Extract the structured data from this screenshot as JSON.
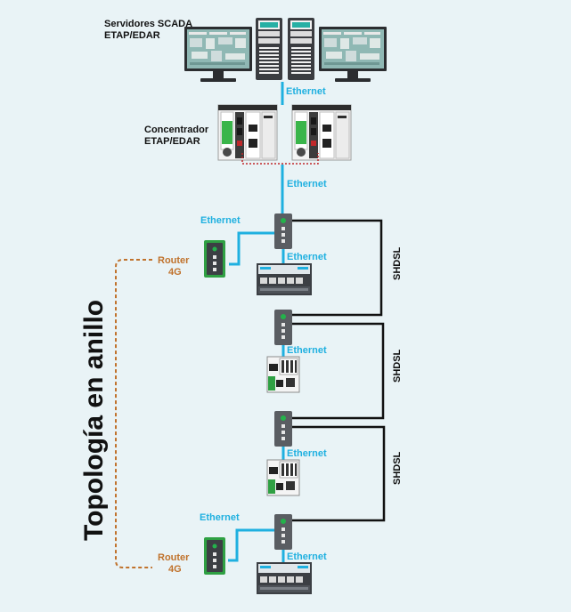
{
  "labels": {
    "scada_line1": "Servidores SCADA",
    "scada_line2": "ETAP/EDAR",
    "conc_line1": "Concentrador",
    "conc_line2": "ETAP/EDAR",
    "ethernet": "Ethernet",
    "shdsl": "SHDSL",
    "router_line1": "Router",
    "router_line2": "4G",
    "topology": "Topología en anillo"
  },
  "colors": {
    "background": "#e9f3f6",
    "ethernet": "#1fb0e0",
    "shdsl": "#111111",
    "router_text": "#c0722c",
    "router_border": "#2fa043",
    "red_link": "#c0282a"
  },
  "devices": [
    {
      "type": "monitor",
      "icon": "scada-monitor-icon"
    },
    {
      "type": "server",
      "icon": "server-tower-icon"
    },
    {
      "type": "server",
      "icon": "server-tower-icon"
    },
    {
      "type": "monitor",
      "icon": "scada-monitor-icon"
    },
    {
      "type": "concentrator",
      "icon": "plc-concentrator-icon"
    },
    {
      "type": "concentrator",
      "icon": "plc-concentrator-icon"
    },
    {
      "type": "modem",
      "icon": "shdsl-modem-icon"
    },
    {
      "type": "router",
      "icon": "router-4g-icon"
    },
    {
      "type": "plc",
      "icon": "rtu-rack-icon"
    },
    {
      "type": "rtu",
      "icon": "rtu-compact-icon"
    }
  ]
}
